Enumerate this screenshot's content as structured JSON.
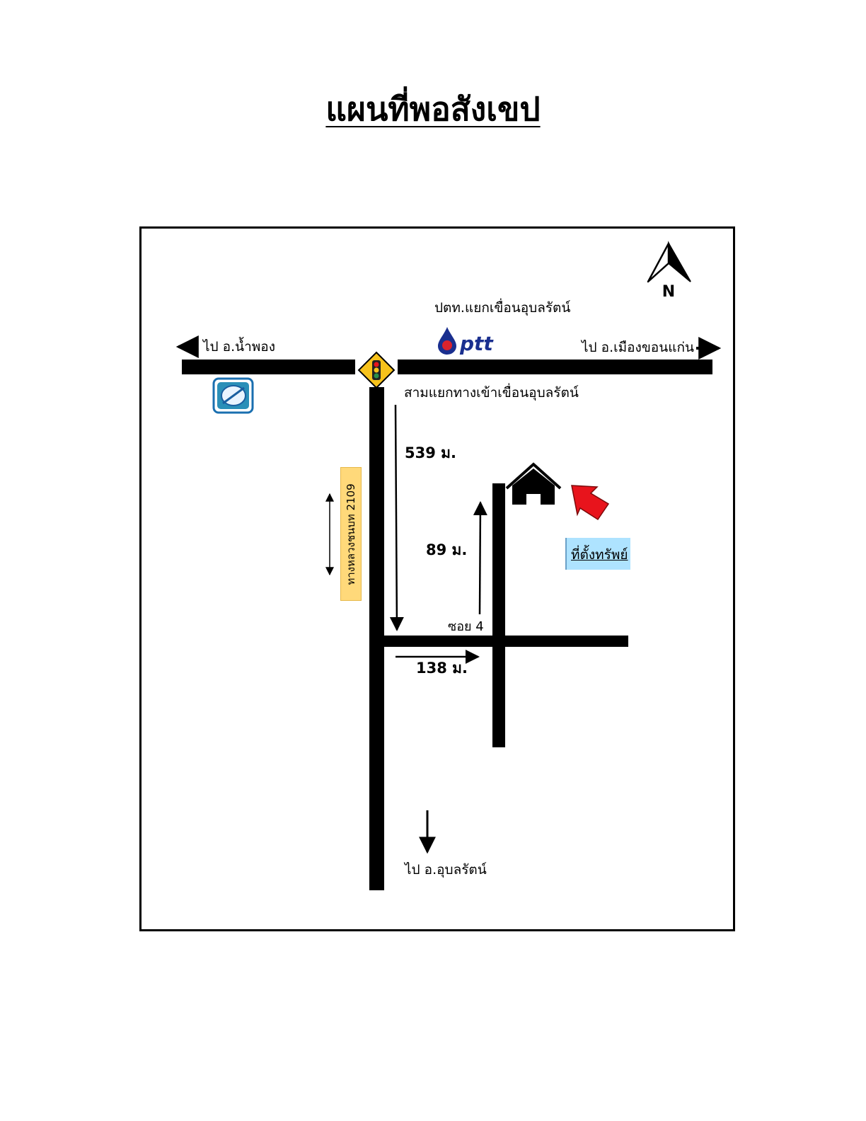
{
  "title": "แผนที่พอสังเขป",
  "north_label": "N",
  "labels": {
    "ptt_station": "ปตท.แยกเขื่อนอุบลรัตน์",
    "ptt_logo_text": "ptt",
    "west_direction": "ไป อ.น้ำพอง",
    "east_direction": "ไป อ.เมืองขอนแก่น",
    "junction": "สามแยกทางเข้าเขื่อนอุบลรัตน์",
    "highway": "ทางหลวงชนบท  2109",
    "soi": "ซอย 4",
    "south_direction": "ไป อ.อุบลรัตน์",
    "property": "ที่ตั้งทรัพย์"
  },
  "distances": {
    "to_soi": "539 ม.",
    "along_soi": "138 ม.",
    "to_property": "89 ม."
  },
  "colors": {
    "road": "#000000",
    "highway_badge": "#ffd97a",
    "property_label_bg": "#aee3ff",
    "pointer_arrow": "#e8141c",
    "ptt_blue": "#1a2f8f",
    "ptt_red": "#d9232d",
    "bangchak_green": "#2a8f4a",
    "traffic_sign": "#f7c21b"
  },
  "icons": [
    "north-arrow-icon",
    "traffic-light-sign-icon",
    "ptt-logo",
    "bangchak-logo",
    "house-icon",
    "red-pointer-arrow-icon"
  ]
}
